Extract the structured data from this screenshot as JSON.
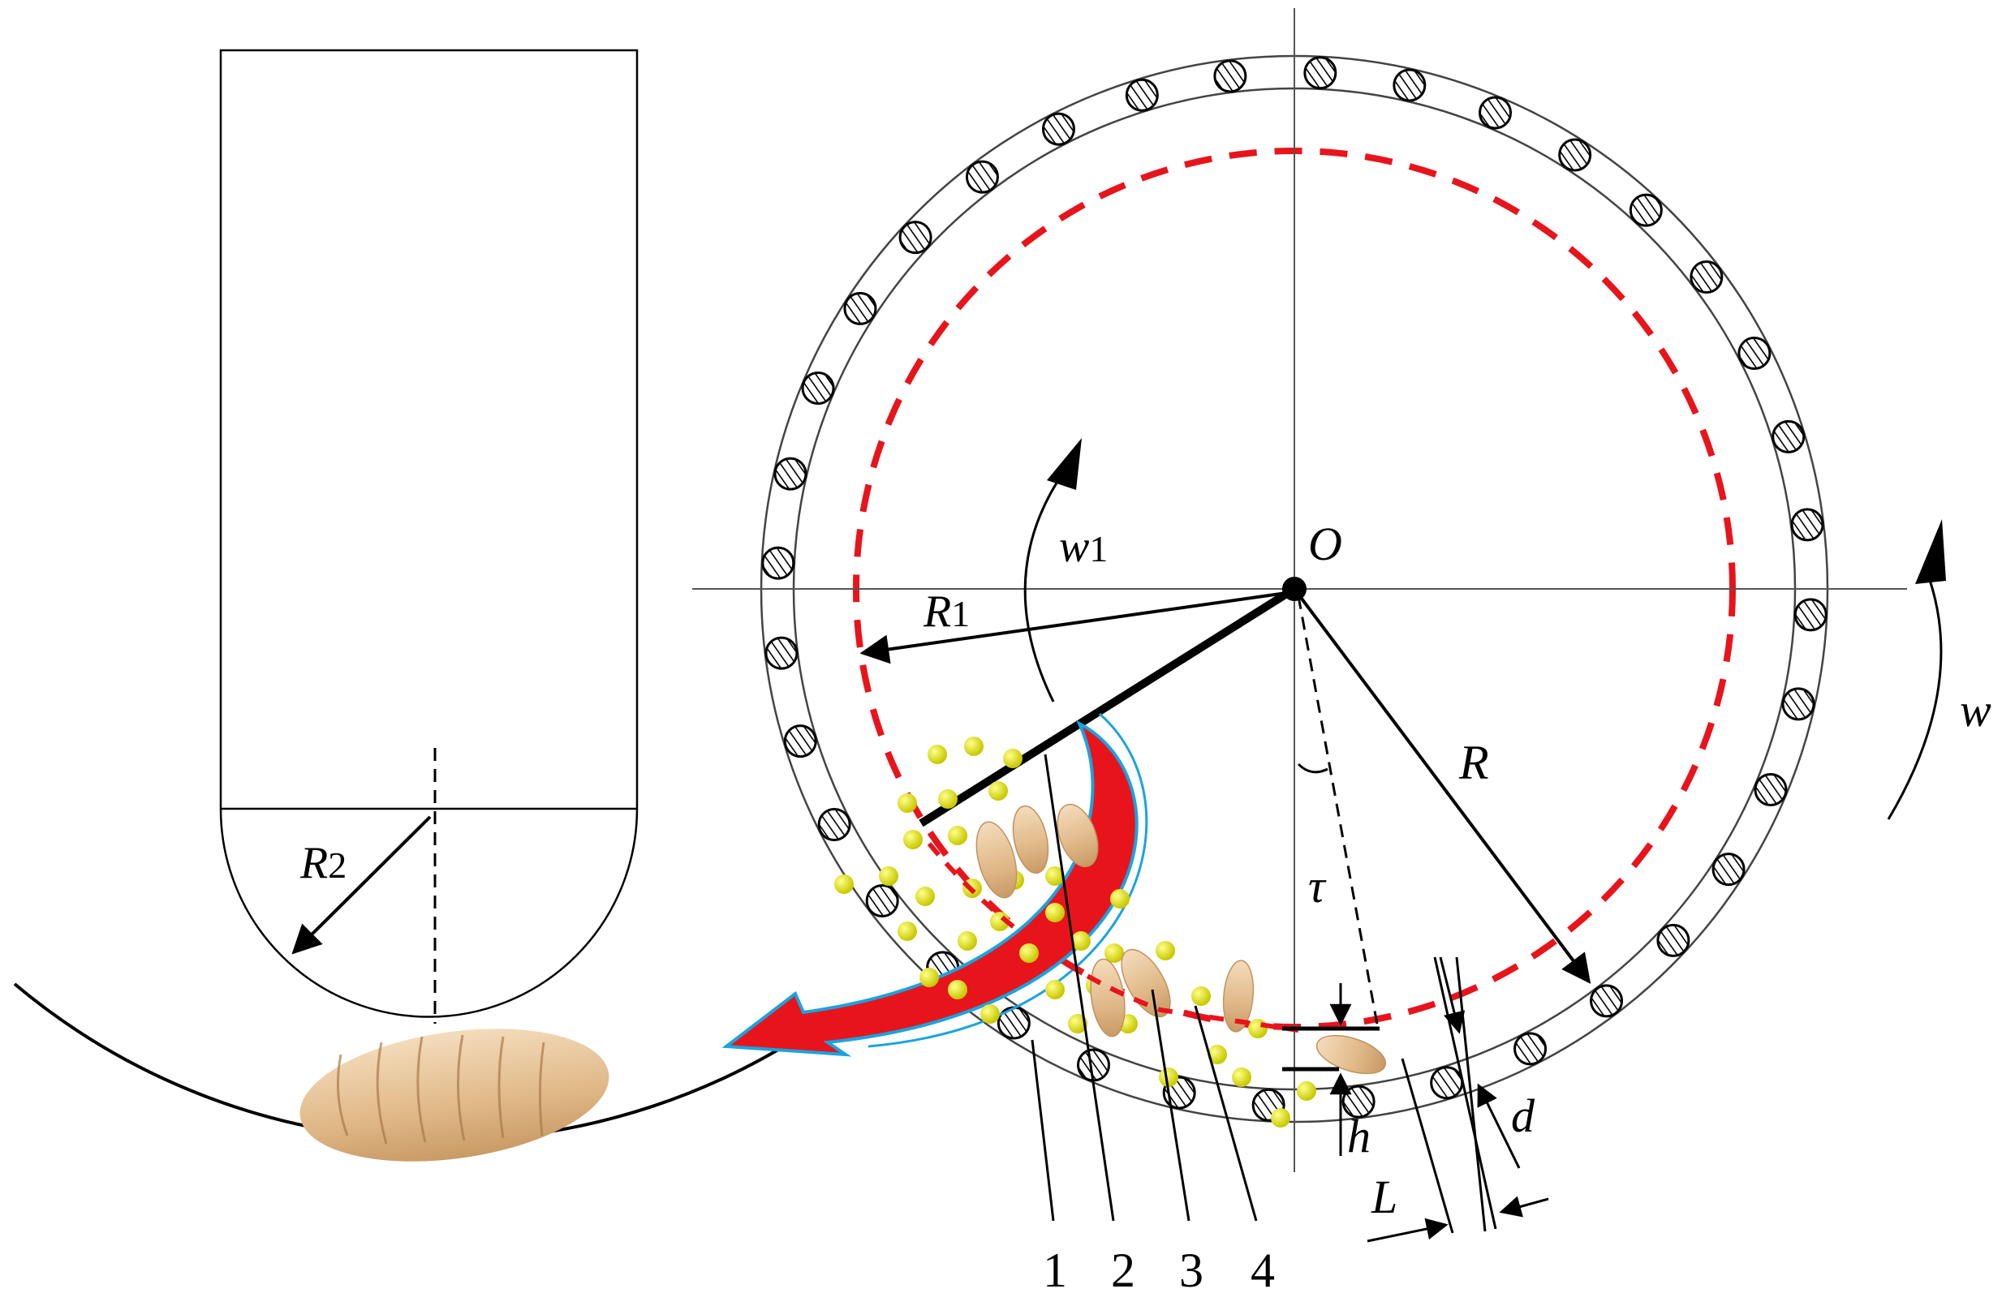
{
  "labels": {
    "O": "O",
    "R": "R",
    "R1": "R",
    "R1_sub": "1",
    "R2": "R",
    "R2_sub": "2",
    "w": "w",
    "w1": "w",
    "w1_sub": "1",
    "tau": "τ",
    "h": "h",
    "L": "L",
    "d": "d"
  },
  "parts": [
    "1",
    "2",
    "3",
    "4"
  ],
  "colors": {
    "line": "#000000",
    "dashed_circle": "#e8141b",
    "arrow_fill": "#e8141b",
    "arrow_outline": "#1aa3e0",
    "pellet": "#dfdf10",
    "larva": "#e6c49a"
  },
  "icons": {
    "rollers": "hatched-circle-icon",
    "pellets": "feed-pellet-icon",
    "larvae": "larva-icon"
  }
}
